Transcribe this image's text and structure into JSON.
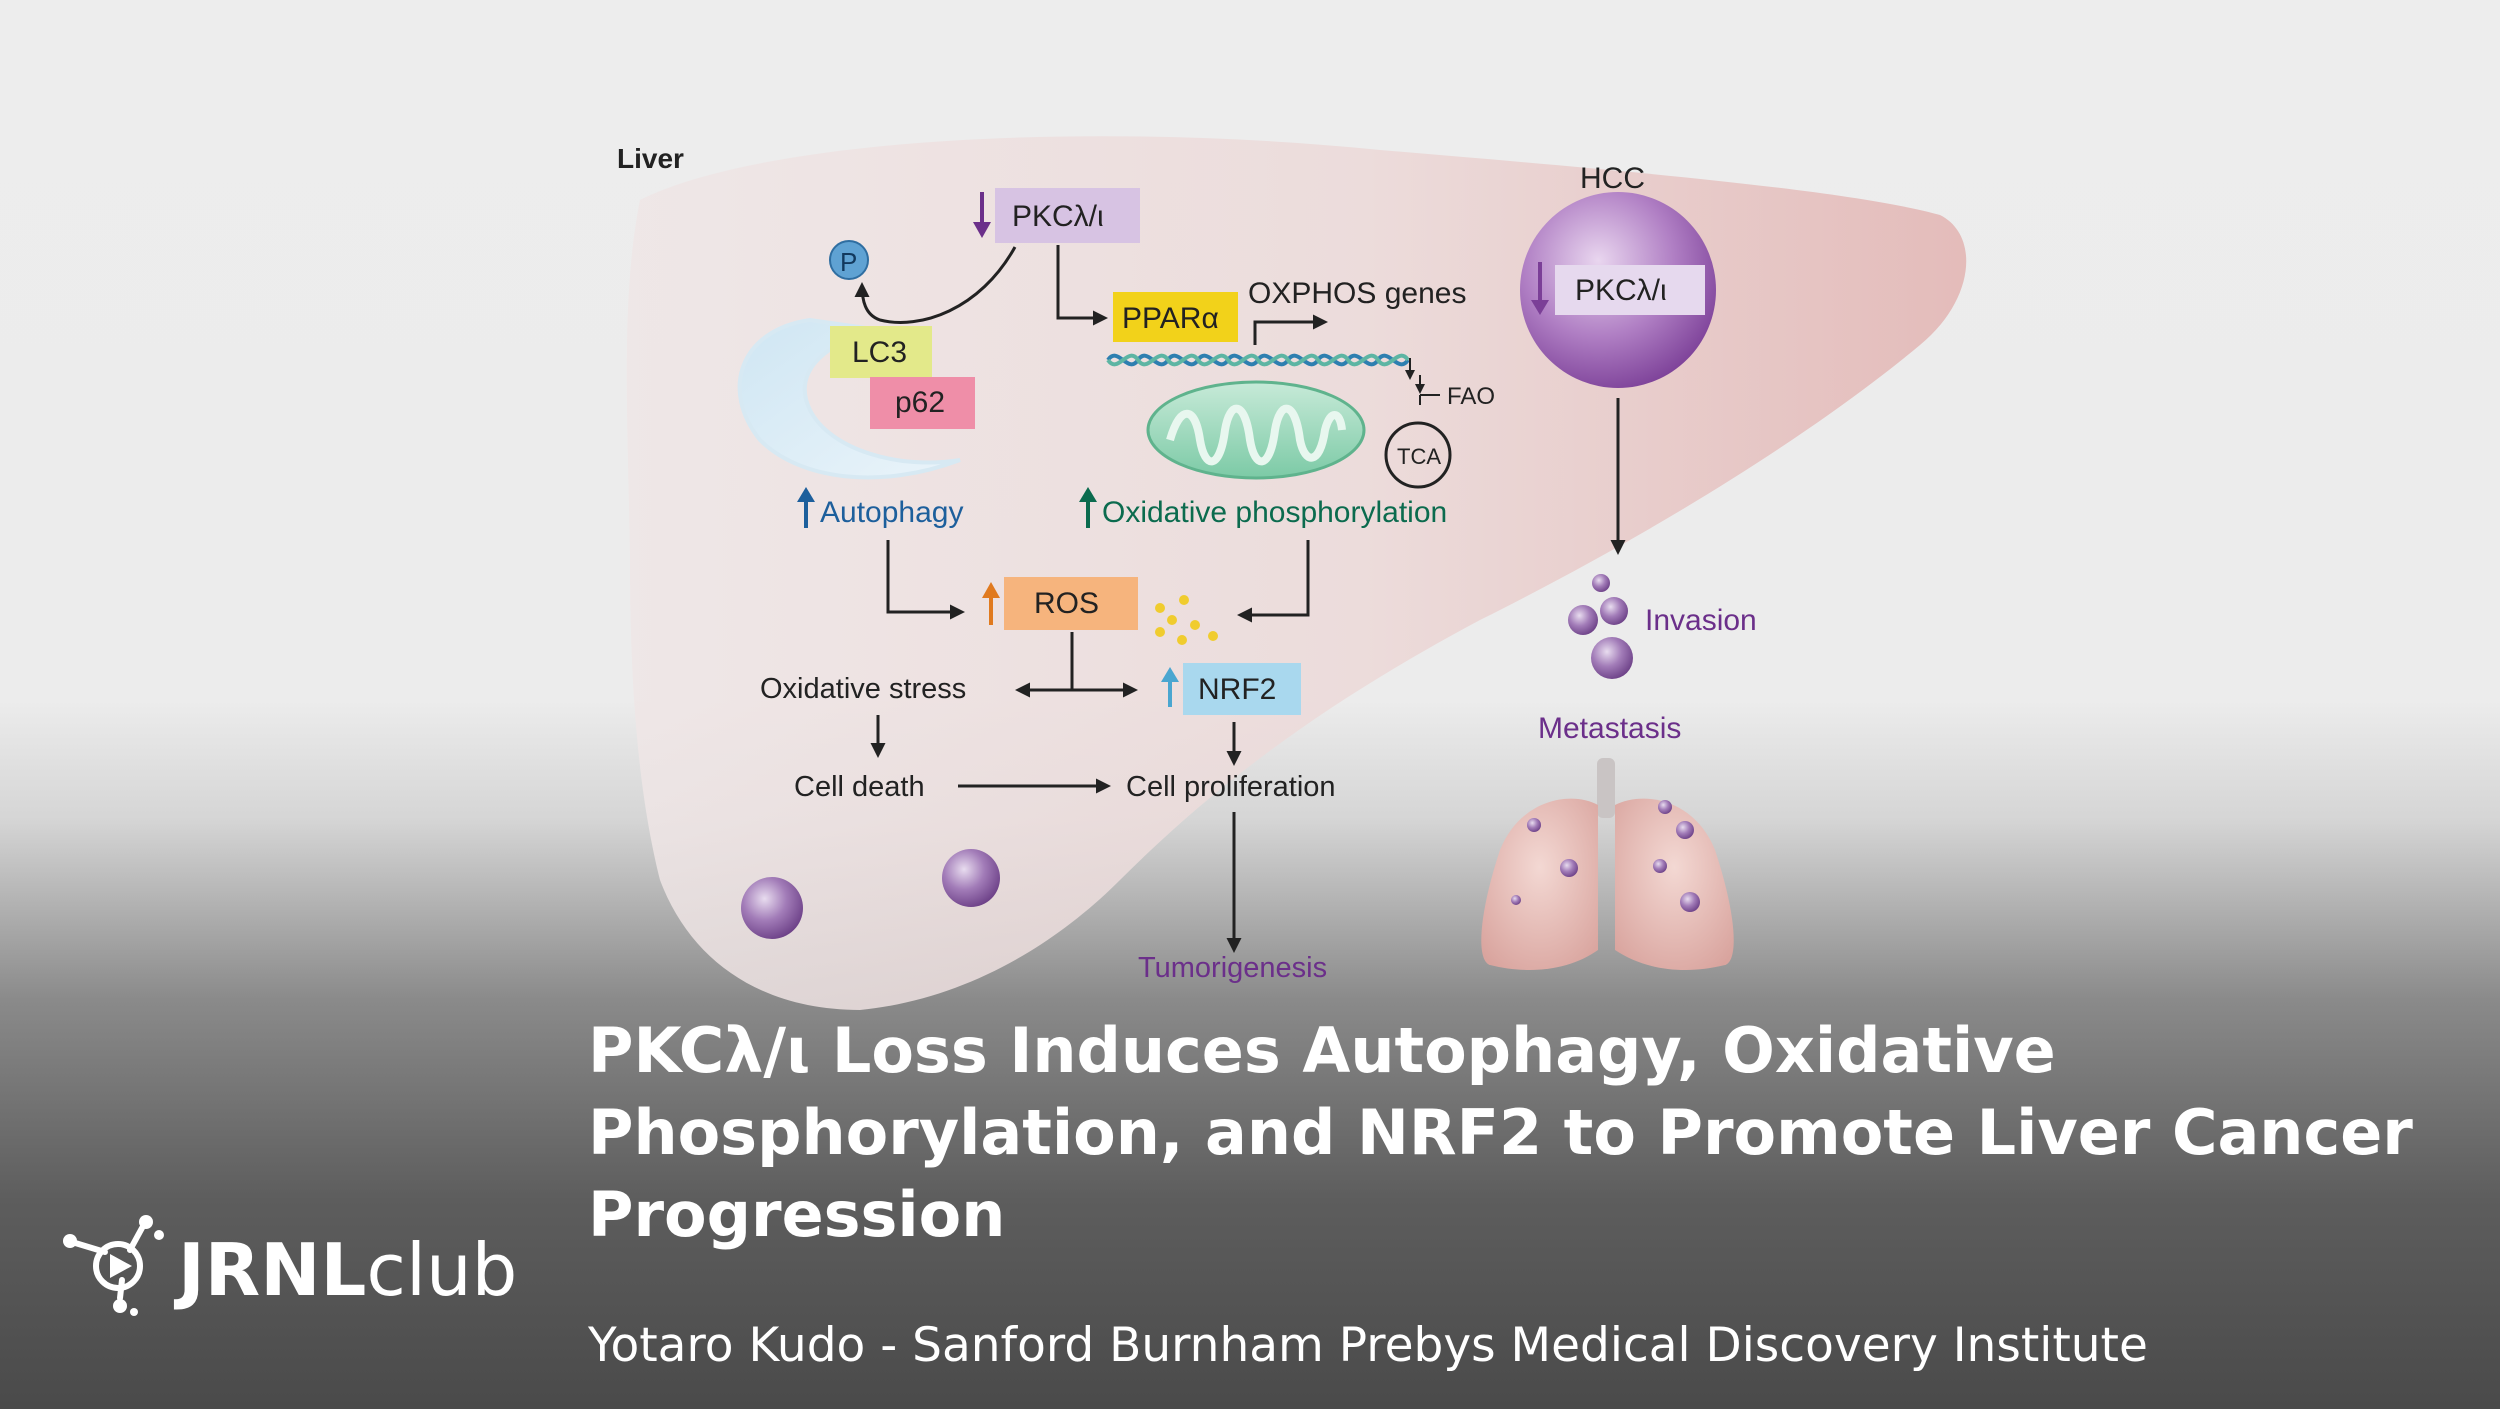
{
  "diagram": {
    "liver_label": "Liver",
    "hcc_label": "HCC",
    "pkc_top": "PKCλ/ι",
    "pkc_hcc": "PKCλ/ι",
    "p_label": "P",
    "lc3_label": "LC3",
    "p62_label": "p62",
    "ppar_label": "PPARα",
    "oxphos_genes": "OXPHOS genes",
    "fao_label": "FAO",
    "tca_label": "TCA",
    "autophagy": "Autophagy",
    "oxidative_phosphorylation": "Oxidative phosphorylation",
    "ros_label": "ROS",
    "oxidative_stress": "Oxidative stress",
    "nrf2_label": "NRF2",
    "cell_death": "Cell death",
    "cell_proliferation": "Cell proliferation",
    "tumorigenesis": "Tumorigenesis",
    "invasion": "Invasion",
    "metastasis": "Metastasis"
  },
  "caption": {
    "title": "PKCλ/ι Loss Induces Autophagy, Oxidative Phosphorylation, and NRF2 to Promote Liver Cancer Progression",
    "subtitle": "Yotaro Kudo - Sanford Burnham Prebys Medical Discovery Institute"
  },
  "logo": {
    "text_bold": "JRNL",
    "text_light": "club",
    "icon": "molecule-play-icon"
  },
  "colors": {
    "ppar_yellow": "#f2d21a",
    "lc3_green": "#e3e98a",
    "p62_pink": "#ef8ea8",
    "ros_orange": "#f6b47d",
    "nrf2_blue": "#a9d8ee",
    "pkc_lilac": "#d7c3e3",
    "tumor_purple": "#7a3a94",
    "autophagy_blue": "#1d5f9c",
    "oxphos_green": "#0b6b4e",
    "liver_pink": "#e7c0bf"
  }
}
